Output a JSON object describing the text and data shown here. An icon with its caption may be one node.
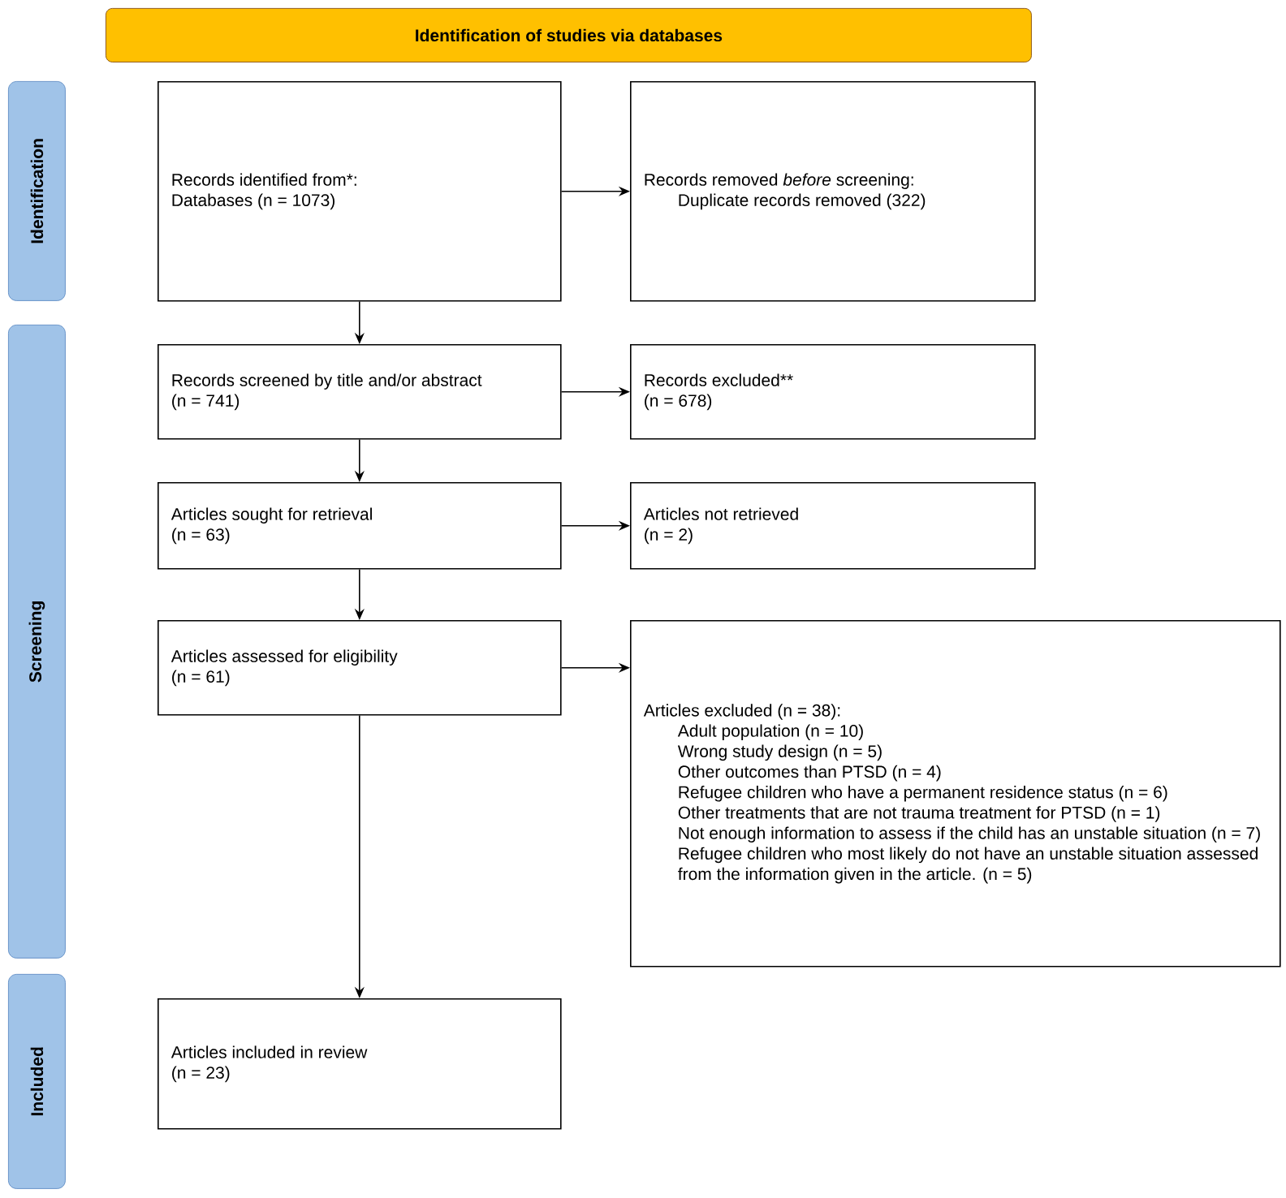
{
  "diagram": {
    "title": "Identification of studies via databases",
    "nodes": [
      {
        "text": [
          "Identification"
        ]
      },
      {
        "text": [
          "Screening"
        ]
      },
      {
        "text": [
          "Included"
        ]
      },
      {
        "text": [
          "Records identified from*:",
          "Databases (n = 1073)"
        ]
      },
      {
        "text": [
          "Records removed *before* screening:",
          "Duplicate records removed (322)"
        ]
      },
      {
        "text": [
          "Records screened by title and/or abstract",
          "(n = 741)"
        ]
      },
      {
        "text": [
          "Records excluded**",
          "(n = 678)"
        ]
      },
      {
        "text": [
          "Articles sought for retrieval",
          "(n = 63)"
        ]
      },
      {
        "text": [
          "Articles not retrieved",
          "(n = 2)"
        ]
      },
      {
        "text": [
          "Articles assessed for eligibility",
          "(n = 61)"
        ]
      },
      {
        "text": [
          "Articles excluded (n = 38):",
          "Adult population (n = 10)",
          "Wrong study design (n = 5)",
          "Other outcomes than PTSD (n = 4)",
          "Refugee children who have a permanent residence status (n = 6)",
          "Other treatments that are not trauma treatment for PTSD (n = 1)",
          "Not enough information to assess if the child has an unstable situation (n = 7)",
          "Refugee children who most likely do not have an unstable situation assessed from the information given in the article. (n = 5)"
        ]
      },
      {
        "text": [
          "Articles included in review",
          "(n = 23)"
        ]
      }
    ],
    "edges": [
      {
        "from": 3,
        "to": 4,
        "arrow": "to"
      },
      {
        "from": 3,
        "to": 5,
        "arrow": "to"
      },
      {
        "from": 5,
        "to": 6,
        "arrow": "to"
      },
      {
        "from": 5,
        "to": 7,
        "arrow": "to"
      },
      {
        "from": 7,
        "to": 8,
        "arrow": "to"
      },
      {
        "from": 7,
        "to": 9,
        "arrow": "to"
      },
      {
        "from": 9,
        "to": 10,
        "arrow": "to"
      },
      {
        "from": 9,
        "to": 11,
        "arrow": "to"
      }
    ]
  }
}
